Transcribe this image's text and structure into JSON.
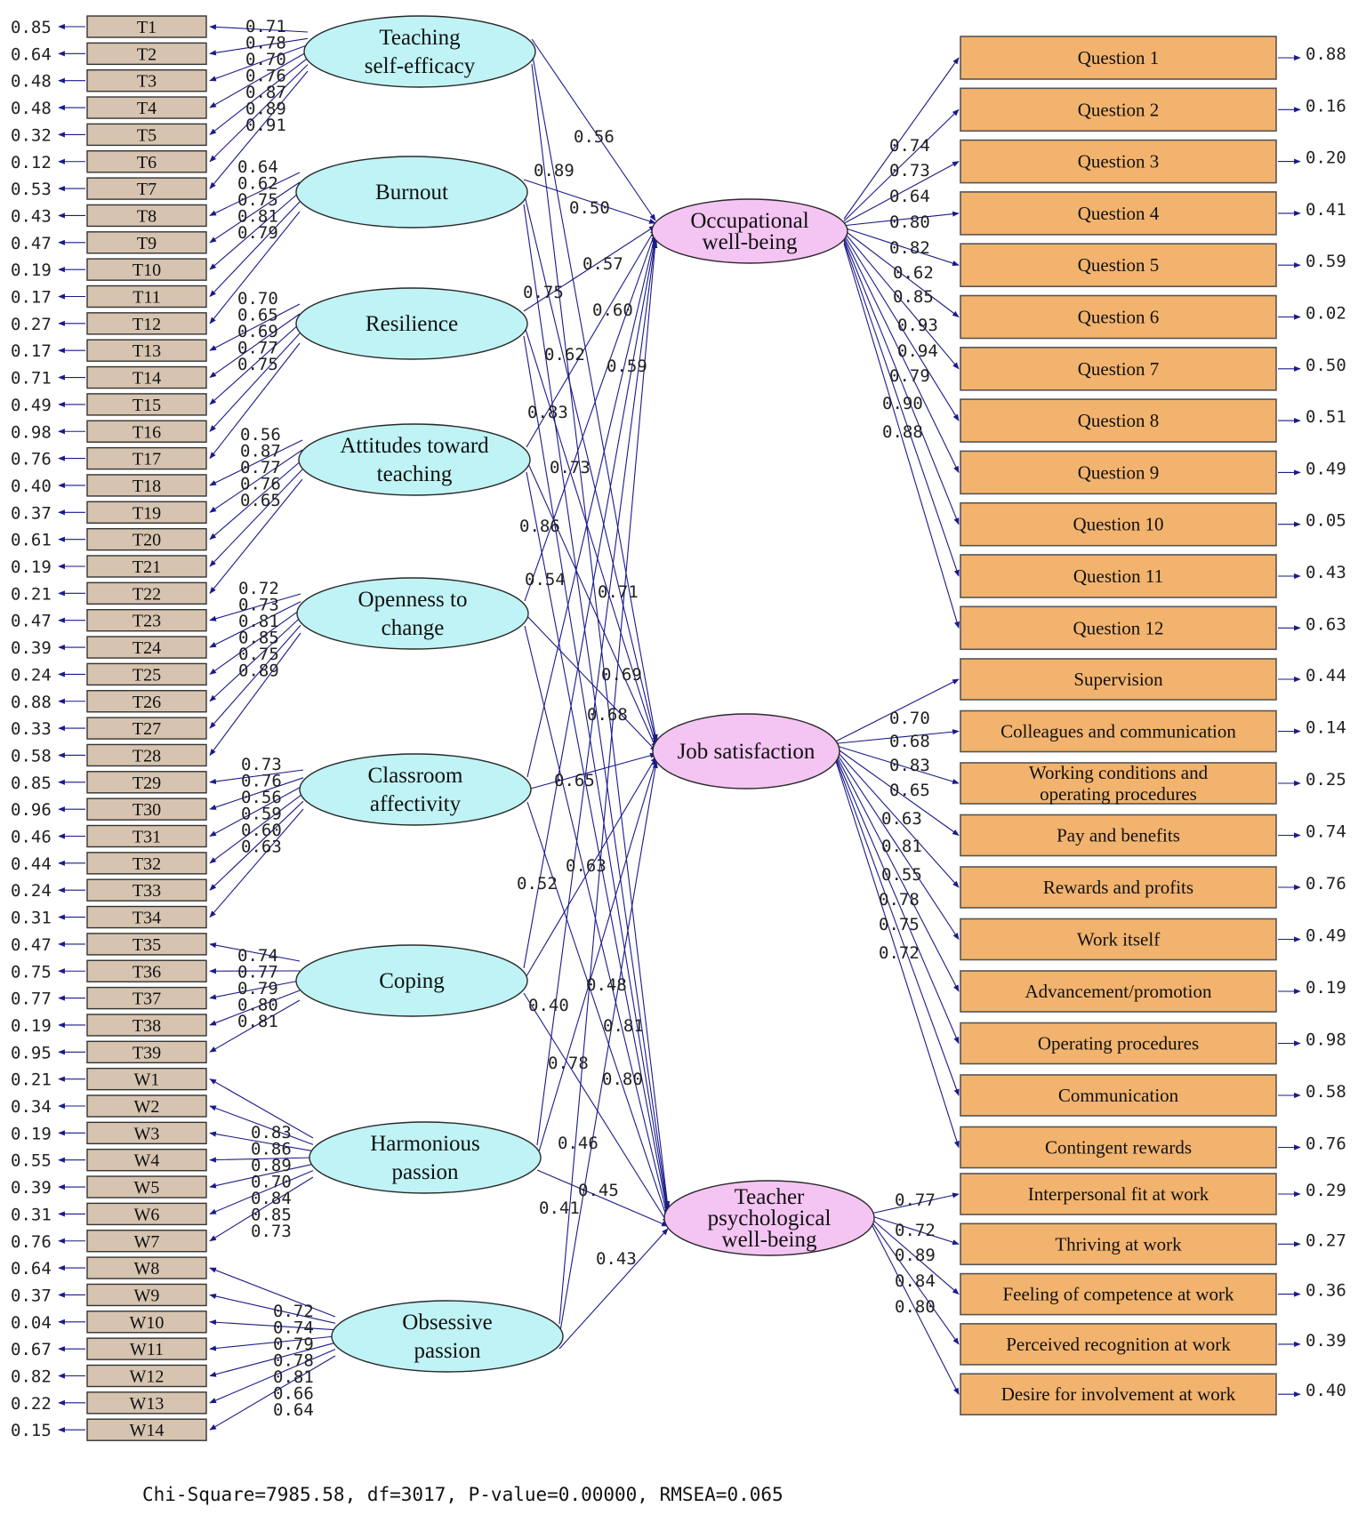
{
  "indicator_blocks": [
    {
      "target": "Teaching self-efficacy",
      "names": [
        "T1",
        "T2",
        "T3",
        "T4",
        "T5",
        "T6",
        "T7"
      ],
      "errors": [
        "0.85",
        "0.64",
        "0.48",
        "0.48",
        "0.32",
        "0.12",
        "0.53"
      ],
      "loadings": [
        "0.71",
        "0.78",
        "0.70",
        "0.76",
        "0.87",
        "0.89",
        "0.91"
      ]
    },
    {
      "target": "Burnout",
      "names": [
        "T8",
        "T9",
        "T10",
        "T11",
        "T12"
      ],
      "errors": [
        "0.43",
        "0.47",
        "0.19",
        "0.17",
        "0.27"
      ],
      "loadings": [
        "0.64",
        "0.62",
        "0.75",
        "0.81",
        "0.79"
      ]
    },
    {
      "target": "Resilience",
      "names": [
        "T13",
        "T14",
        "T15",
        "T16",
        "T17"
      ],
      "errors": [
        "0.17",
        "0.71",
        "0.49",
        "0.98",
        "0.76"
      ],
      "loadings": [
        "0.70",
        "0.65",
        "0.69",
        "0.77",
        "0.75"
      ]
    },
    {
      "target": "Attitudes toward teaching",
      "names": [
        "T18",
        "T19",
        "T20",
        "T21",
        "T22"
      ],
      "errors": [
        "0.40",
        "0.37",
        "0.61",
        "0.19",
        "0.21"
      ],
      "loadings": [
        "0.56",
        "0.87",
        "0.77",
        "0.76",
        "0.65"
      ]
    },
    {
      "target": "Openness to change",
      "names": [
        "T23",
        "T24",
        "T25",
        "T26",
        "T27",
        "T28"
      ],
      "errors": [
        "0.47",
        "0.39",
        "0.24",
        "0.88",
        "0.33",
        "0.58"
      ],
      "loadings": [
        "0.72",
        "0.73",
        "0.81",
        "0.85",
        "0.75",
        "0.89"
      ]
    },
    {
      "target": "Classroom affectivity",
      "names": [
        "T29",
        "T30",
        "T31",
        "T32",
        "T33",
        "T34"
      ],
      "errors": [
        "0.85",
        "0.96",
        "0.46",
        "0.44",
        "0.24",
        "0.31"
      ],
      "loadings": [
        "0.73",
        "0.76",
        "0.56",
        "0.59",
        "0.60",
        "0.63"
      ]
    },
    {
      "target": "Coping",
      "names": [
        "T35",
        "T36",
        "T37",
        "T38",
        "T39"
      ],
      "errors": [
        "0.47",
        "0.75",
        "0.77",
        "0.19",
        "0.95"
      ],
      "loadings": [
        "0.74",
        "0.77",
        "0.79",
        "0.80",
        "0.81"
      ]
    },
    {
      "target": "Harmonious passion",
      "names": [
        "W1",
        "W2",
        "W3",
        "W4",
        "W5",
        "W6",
        "W7"
      ],
      "errors": [
        "0.21",
        "0.34",
        "0.19",
        "0.55",
        "0.39",
        "0.31",
        "0.76"
      ],
      "loadings": [
        "0.83",
        "0.86",
        "0.89",
        "0.70",
        "0.84",
        "0.85",
        "0.73"
      ]
    },
    {
      "target": "Obsessive passion",
      "names": [
        "W8",
        "W9",
        "W10",
        "W11",
        "W12",
        "W13",
        "W14"
      ],
      "errors": [
        "0.64",
        "0.37",
        "0.04",
        "0.67",
        "0.82",
        "0.22",
        "0.15"
      ],
      "loadings": [
        "0.72",
        "0.74",
        "0.79",
        "0.78",
        "0.81",
        "0.66",
        "0.64"
      ]
    }
  ],
  "exogenous": [
    {
      "lines": [
        "Teaching",
        "self-efficacy"
      ]
    },
    {
      "lines": [
        "Burnout"
      ]
    },
    {
      "lines": [
        "Resilience"
      ]
    },
    {
      "lines": [
        "Attitudes toward",
        "teaching"
      ]
    },
    {
      "lines": [
        "Openness to",
        "change"
      ]
    },
    {
      "lines": [
        "Classroom",
        "affectivity"
      ]
    },
    {
      "lines": [
        "Coping"
      ]
    },
    {
      "lines": [
        "Harmonious",
        "passion"
      ]
    },
    {
      "lines": [
        "Obsessive",
        "passion"
      ]
    }
  ],
  "endogenous": [
    {
      "lines": [
        "Occupational",
        "well-being"
      ]
    },
    {
      "lines": [
        "Job  satisfaction"
      ]
    },
    {
      "lines": [
        "Teacher",
        "psychological",
        "well-being"
      ]
    }
  ],
  "structural_coefficients": [
    "0.56",
    "0.89",
    "0.50",
    "0.57",
    "0.75",
    "0.60",
    "0.62",
    "0.59",
    "0.83",
    "0.73",
    "0.86",
    "0.54",
    "0.71",
    "0.69",
    "0.68",
    "0.65",
    "0.63",
    "0.52",
    "0.48",
    "0.40",
    "0.81",
    "0.78",
    "0.80",
    "0.46",
    "0.45",
    "0.41",
    "0.43"
  ],
  "outcome_blocks": [
    {
      "source": "Occupational well-being",
      "items": [
        {
          "label": [
            "Question 1"
          ],
          "error": "0.88"
        },
        {
          "label": [
            "Question 2"
          ],
          "error": "0.16"
        },
        {
          "label": [
            "Question 3"
          ],
          "error": "0.20"
        },
        {
          "label": [
            "Question 4"
          ],
          "error": "0.41"
        },
        {
          "label": [
            "Question 5"
          ],
          "error": "0.59"
        },
        {
          "label": [
            "Question 6"
          ],
          "error": "0.02"
        },
        {
          "label": [
            "Question 7"
          ],
          "error": "0.50"
        },
        {
          "label": [
            "Question 8"
          ],
          "error": "0.51"
        },
        {
          "label": [
            "Question 9"
          ],
          "error": "0.49"
        },
        {
          "label": [
            "Question 10"
          ],
          "error": "0.05"
        },
        {
          "label": [
            "Question 11"
          ],
          "error": "0.43"
        },
        {
          "label": [
            "Question 12"
          ],
          "error": "0.63"
        }
      ],
      "loadings": [
        "0.74",
        "0.73",
        "0.64",
        "0.80",
        "0.82",
        "0.62",
        "0.85",
        "0.93",
        "0.94",
        "0.79",
        "0.90",
        "0.88"
      ]
    },
    {
      "source": "Job satisfaction",
      "items": [
        {
          "label": [
            "Supervision"
          ],
          "error": "0.44"
        },
        {
          "label": [
            "Colleagues and communication"
          ],
          "error": "0.14"
        },
        {
          "label": [
            "Working conditions and",
            "operating procedures"
          ],
          "error": "0.25"
        },
        {
          "label": [
            "Pay and benefits"
          ],
          "error": "0.74"
        },
        {
          "label": [
            "Rewards and profits"
          ],
          "error": "0.76"
        },
        {
          "label": [
            "Work itself"
          ],
          "error": "0.49"
        },
        {
          "label": [
            "Advancement/promotion"
          ],
          "error": "0.19"
        },
        {
          "label": [
            "Operating procedures"
          ],
          "error": "0.98"
        },
        {
          "label": [
            "Communication"
          ],
          "error": "0.58"
        },
        {
          "label": [
            "Contingent  rewards"
          ],
          "error": "0.76"
        }
      ],
      "loadings": [
        "0.70",
        "0.68",
        "0.83",
        "0.65",
        "0.63",
        "0.81",
        "0.55",
        "0.78",
        "0.75",
        "0.72"
      ]
    },
    {
      "source": "Teacher psychological well-being",
      "items": [
        {
          "label": [
            "Interpersonal fit at  work"
          ],
          "error": "0.29"
        },
        {
          "label": [
            "Thriving at  work"
          ],
          "error": "0.27"
        },
        {
          "label": [
            "Feeling of  competence at work"
          ],
          "error": "0.36"
        },
        {
          "label": [
            "Perceived  recognition at  work"
          ],
          "error": "0.39"
        },
        {
          "label": [
            "Desire for involvement at work"
          ],
          "error": "0.40"
        }
      ],
      "loadings": [
        "0.77",
        "0.72",
        "0.89",
        "0.84",
        "0.80"
      ]
    }
  ],
  "fit_statistics": "Chi-Square=7985.58, df=3017, P-value=0.00000, RMSEA=0.065",
  "colors": {
    "indicator_box": "#d6c4b0",
    "outcome_box": "#f2b36e",
    "exogenous_ellipse": "#bff3f5",
    "endogenous_ellipse": "#f4c4f2",
    "path_line": "#1a1a8a"
  }
}
